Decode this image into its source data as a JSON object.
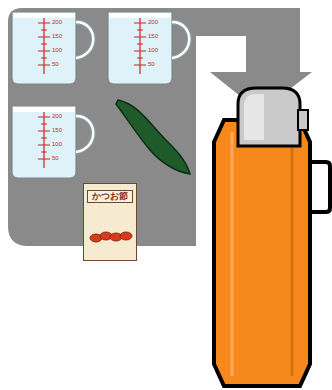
{
  "diagram": {
    "nodes": [
      {
        "text": [
          "かつお節"
        ]
      }
    ],
    "labels": [
      "200",
      "150",
      "100",
      "50",
      "200",
      "150",
      "100",
      "50",
      "200",
      "150",
      "100",
      "50"
    ]
  }
}
